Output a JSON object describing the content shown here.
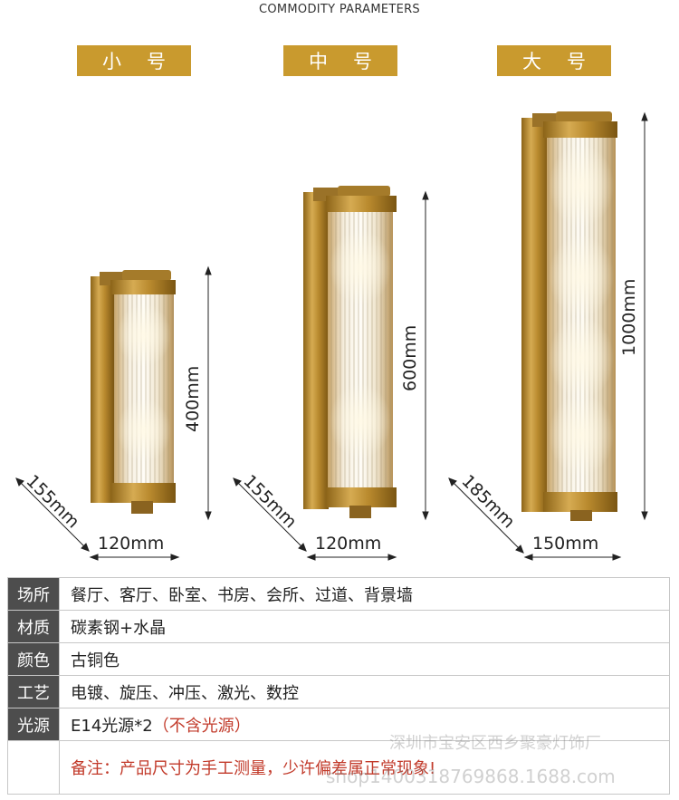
{
  "header": {
    "title": "COMMODITY PARAMETERS"
  },
  "sizes": [
    {
      "badge": "小号",
      "height": "400mm",
      "depth": "155mm",
      "width": "120mm"
    },
    {
      "badge": "中号",
      "height": "600mm",
      "depth": "155mm",
      "width": "120mm"
    },
    {
      "badge": "大号",
      "height": "1000mm",
      "depth": "185mm",
      "width": "150mm"
    }
  ],
  "specs": [
    {
      "key": "场所",
      "value": "餐厅、客厅、卧室、书房、会所、过道、背景墙"
    },
    {
      "key": "材质",
      "value": "碳素钢+水晶"
    },
    {
      "key": "颜色",
      "value": "古铜色"
    },
    {
      "key": "工艺",
      "value": "电镀、旋压、冲压、激光、数控"
    },
    {
      "key": "光源",
      "value": "E14光源*2",
      "accent": "（不含光源）"
    }
  ],
  "note": "备注：产品尺寸为手工测量，少许偏差属正常现象!",
  "watermark": {
    "line1": "深圳市宝安区西乡聚豪灯饰厂",
    "line2": "shop1400318769868.1688.com"
  },
  "colors": {
    "badge": "#c99a2e",
    "brass": "#b88a2c",
    "key_bg": "#4d4d4d",
    "note": "#c23a2a"
  }
}
